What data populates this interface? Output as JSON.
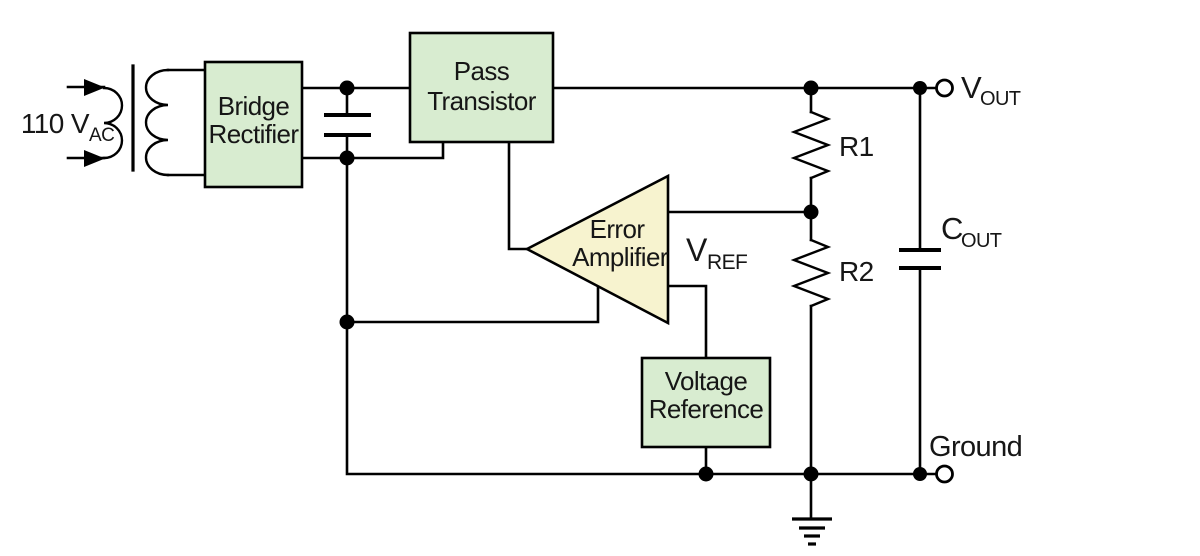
{
  "colors": {
    "block_fill": "#d8ecd0",
    "amp_fill": "#f7f3cf",
    "wire": "#000000",
    "text": "#161616"
  },
  "blocks": {
    "bridge_rectifier": {
      "line1": "Bridge",
      "line2": "Rectifier"
    },
    "pass_transistor": {
      "line1": "Pass",
      "line2": "Transistor"
    },
    "error_amplifier": {
      "line1": "Error",
      "line2": "Amplifier"
    },
    "voltage_reference": {
      "line1": "Voltage",
      "line2": "Reference"
    }
  },
  "labels": {
    "input": {
      "main": "110 V",
      "sub": "AC"
    },
    "vref": {
      "main": "V",
      "sub": "REF"
    },
    "r1": "R1",
    "r2": "R2",
    "output_cap": {
      "main": "C",
      "sub": "OUT"
    },
    "vout": {
      "main": "V",
      "sub": "OUT"
    },
    "ground": "Ground"
  }
}
